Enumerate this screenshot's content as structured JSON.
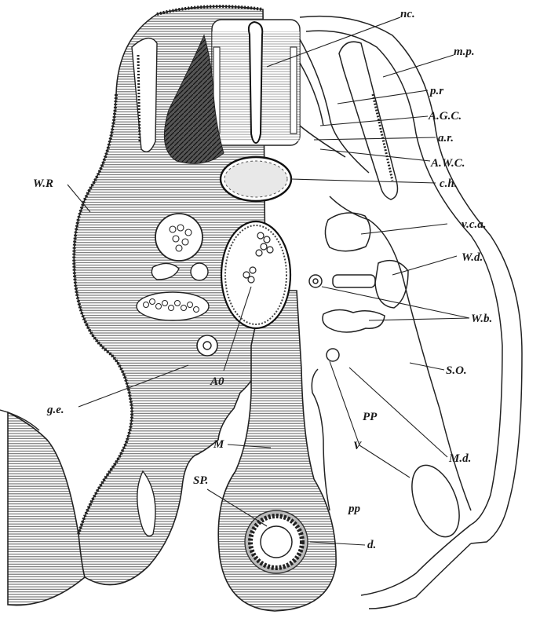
{
  "figure": {
    "labels": {
      "nc": "nc.",
      "mp": "m.p.",
      "pr": "p.r",
      "agc": "A.G.C.",
      "ar": "a.r.",
      "awc": "A.W.C.",
      "ch": "c.h.",
      "wr": "W.R",
      "vca": "v.c.a.",
      "wd": "W.d.",
      "wb": "W.b.",
      "so": "S.O.",
      "ge": "g.e.",
      "ao": "A0",
      "m": "M",
      "pp_upper": "PP",
      "md": "M.d.",
      "v": "V",
      "sp": "SP.",
      "pp_lower": "pp",
      "d": "d."
    }
  }
}
